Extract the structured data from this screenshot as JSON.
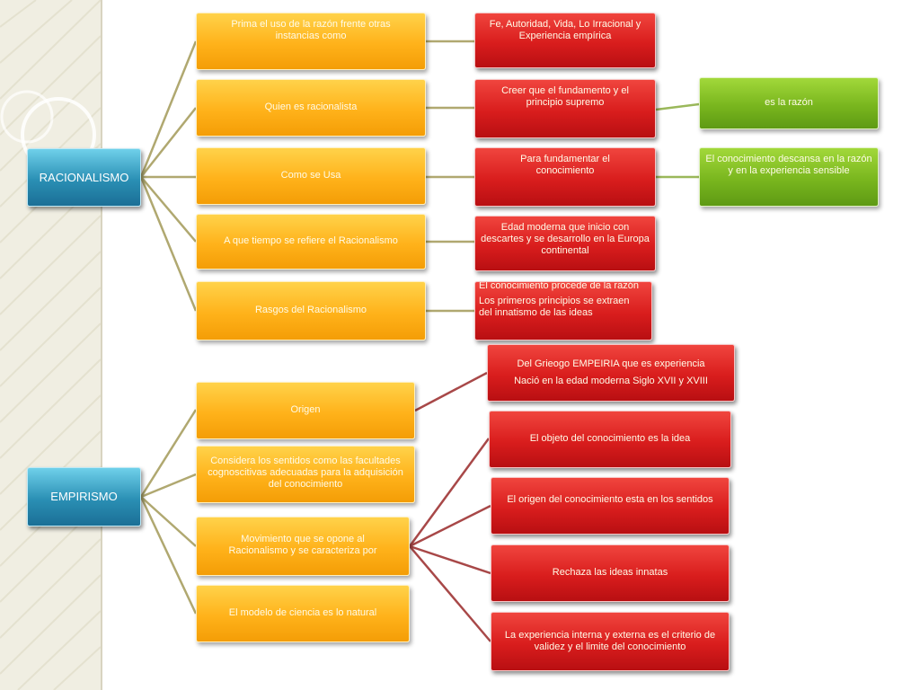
{
  "colors": {
    "root": "#2a8fb4",
    "branch": "#ffb21a",
    "leaf_red": "#d91d1d",
    "leaf_green": "#79b61e",
    "connector_racionalismo": "#a8a060",
    "connector_empirismo": "#a84848"
  },
  "racionalismo": {
    "label": "RACIONALISMO",
    "branches": [
      {
        "label": "Prima el uso de la razón frente otras instancias como",
        "details": [
          "Fe, Autoridad, Vida, Lo Irracional y Experiencia empírica"
        ]
      },
      {
        "label": "Quien es racionalista",
        "details": [
          "Creer que el fundamento y el principio supremo",
          "es la razón"
        ]
      },
      {
        "label": "Como se Usa",
        "details": [
          "Para fundamentar el conocimiento",
          "El conocimiento descansa en la razón y en la experiencia sensible"
        ]
      },
      {
        "label": "A que tiempo se refiere el Racionalismo",
        "details": [
          "Edad moderna que inicio con descartes y se desarrollo en la Europa continental"
        ]
      },
      {
        "label": "Rasgos del Racionalismo",
        "details": [
          "El conocimiento procede de la razón",
          "Los  primeros principios se extraen del innatismo de las ideas"
        ]
      }
    ]
  },
  "empirismo": {
    "label": "EMPIRISMO",
    "branches": [
      {
        "label": "Origen",
        "details": [
          "Del Grieogo EMPEIRIA que es experiencia",
          "Nació en la edad moderna Siglo XVII y XVIII"
        ]
      },
      {
        "label": "Considera los  sentidos como las facultades cognoscitivas adecuadas para la adquisición del conocimiento"
      },
      {
        "label": "Movimiento que se opone al Racionalismo y se caracteriza por",
        "details": [
          "El objeto del conocimiento es la idea",
          "El origen del conocimiento esta en los sentidos",
          "Rechaza las ideas innatas",
          "La experiencia interna y externa es el criterio de validez  y el limite del conocimiento"
        ]
      },
      {
        "label": "El modelo de ciencia es lo natural"
      }
    ]
  }
}
